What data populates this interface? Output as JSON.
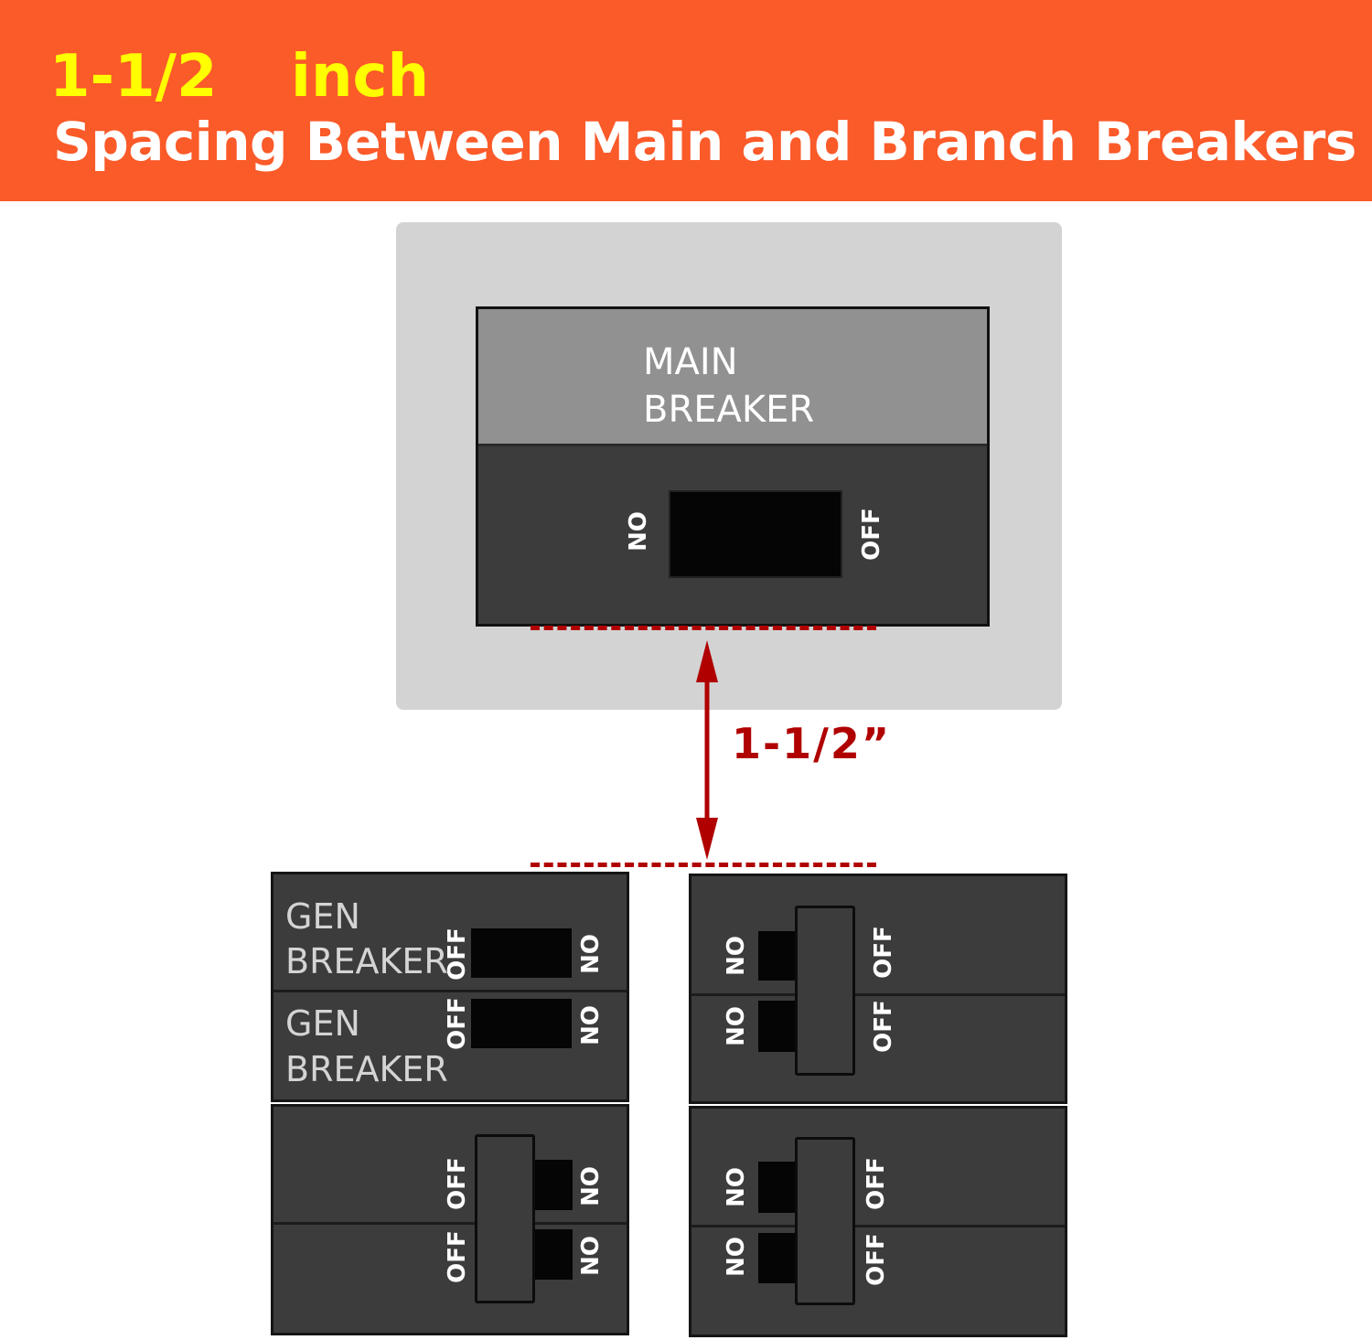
{
  "header": {
    "measure": "1-1/2",
    "unit": "inch",
    "subtitle": "Spacing Between Main and Branch Breakers"
  },
  "main_breaker": {
    "label_line1": "MAIN",
    "label_line2": "BREAKER",
    "on": "ON",
    "off": "OFF"
  },
  "dimension": {
    "label": "1-1/2”",
    "color": "#b00000"
  },
  "gen_breakers": [
    {
      "line1": "GEN",
      "line2": "BREAKER",
      "off": "OFF",
      "on": "ON"
    },
    {
      "line1": "GEN",
      "line2": "BREAKER",
      "off": "OFF",
      "on": "ON"
    }
  ],
  "switch_labels": {
    "on": "ON",
    "off": "OFF"
  },
  "colors": {
    "banner": "#fb5a29",
    "banner_accent": "#ffff00",
    "panel": "#d3d3d3",
    "breaker_body": "#3c3c3c",
    "main_label_area": "#919191"
  }
}
